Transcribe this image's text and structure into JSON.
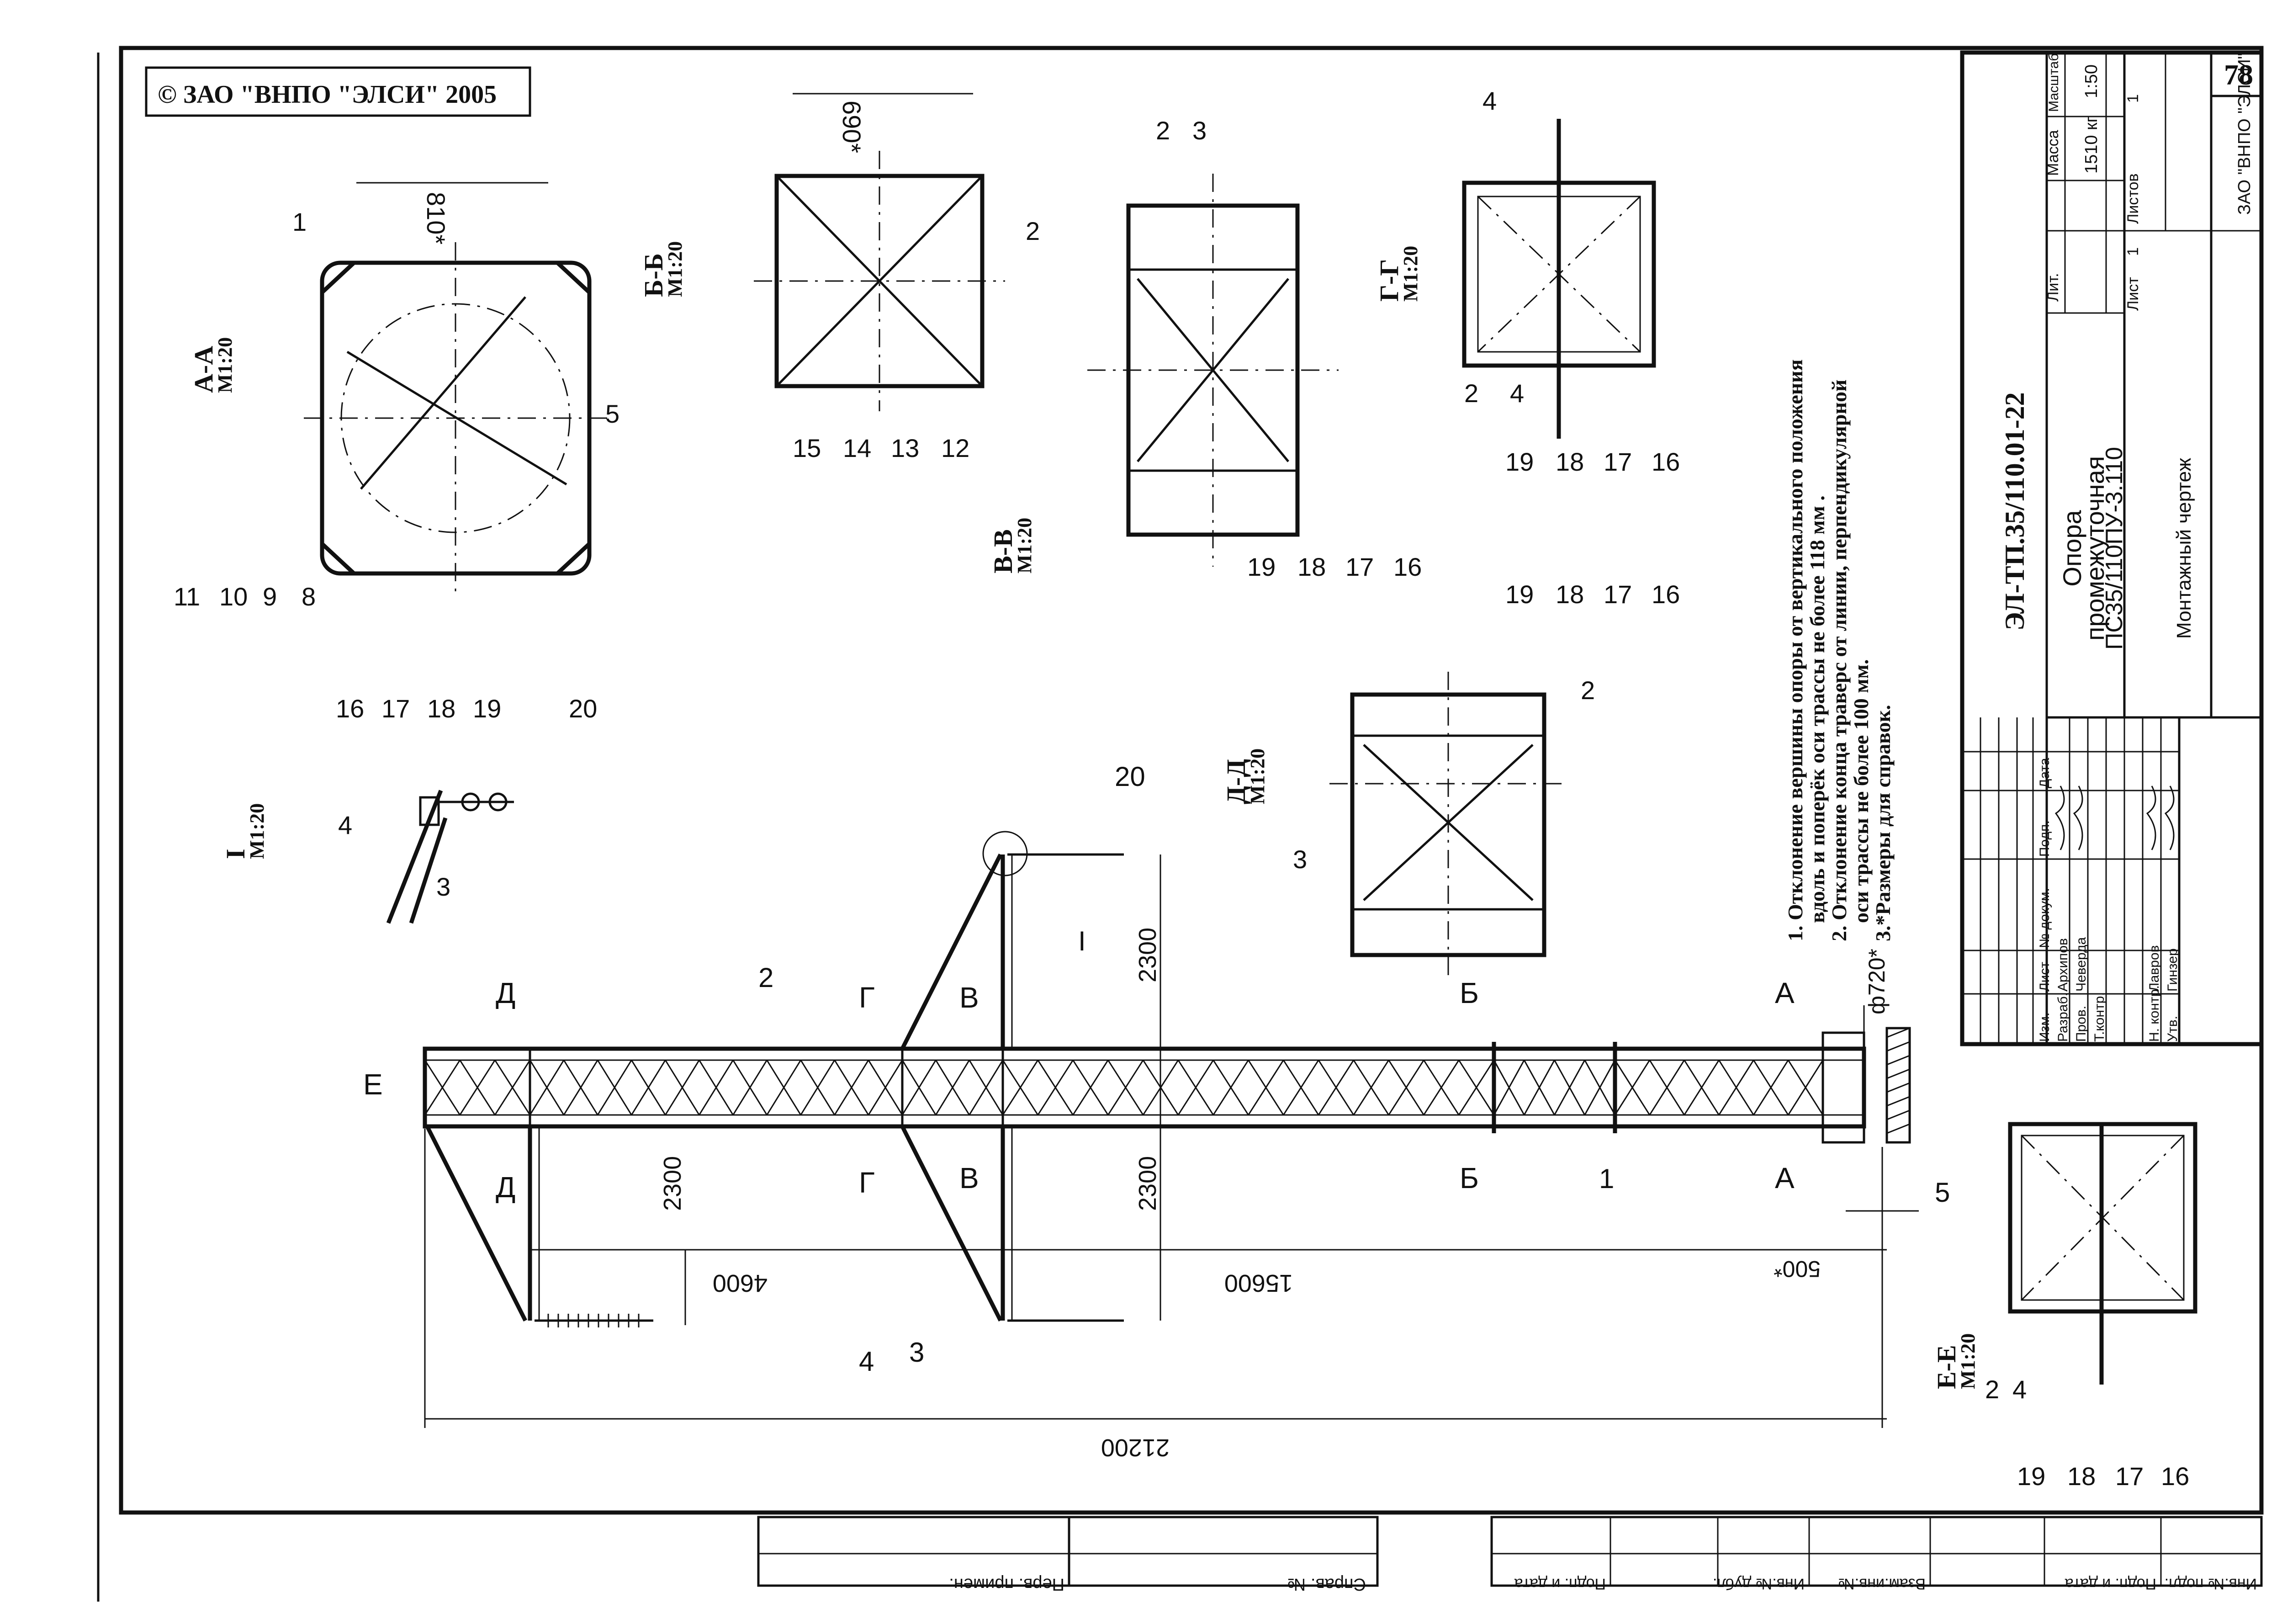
{
  "copyright": "© ЗАО \"ВНПО \"ЭЛСИ\" 2005",
  "sheet_number": "78",
  "title_block": {
    "doc_code": "ЭЛ-ТП.35/110.01-22",
    "title_lines": [
      "Опора",
      "промежуточная",
      "ПС35/110ПУ-3.110"
    ],
    "drawing_type": "Монтажный чертеж",
    "company": "ЗАО \"ВНПО \"ЭЛСИ\"",
    "header_lit": "Лит.",
    "header_mass": "Масса",
    "header_scale": "Масштаб",
    "mass": "1510 кг",
    "scale": "1:50",
    "sheet_label": "Лист",
    "sheet_value": "1",
    "sheets_label": "Листов",
    "sheets_value": "1",
    "stamp_cols": [
      "Изм.",
      "Лист",
      "№ докум.",
      "Подп.",
      "Дата"
    ],
    "roles": [
      {
        "role": "Разраб.",
        "name": "Архипов"
      },
      {
        "role": "Пров.",
        "name": "Чеверда"
      },
      {
        "role": "Т.контр.",
        "name": ""
      },
      {
        "role": "Н. контр.",
        "name": "Лавров"
      },
      {
        "role": "Утв.",
        "name": "Гинзер"
      }
    ]
  },
  "notes": [
    "1. Отклонение вершины опоры от вертикального положения",
    "вдоль и поперёк оси трассы не более 118 мм .",
    "2. Отклонение конца траверс от линии, перпендикулярной",
    "оси трассы не более 100 мм.",
    "3.*Размеры для справок."
  ],
  "left_strip": [
    "Перв. примен.",
    "Справ. №",
    "Взам.инв.№",
    "Инв.№ дубл.",
    "Подп. и дата",
    "Инв.№ подл.",
    "Подп. и дата"
  ],
  "sections": {
    "aa": {
      "title": "А-А",
      "scale": "М1:20",
      "dim": "810*",
      "callouts": [
        "1",
        "5",
        "8",
        "9",
        "10",
        "11"
      ]
    },
    "bb": {
      "title": "Б-Б",
      "scale": "М1:20",
      "dim": "690*",
      "callouts": [
        "2",
        "12",
        "13",
        "14",
        "15"
      ]
    },
    "vv": {
      "title": "В-В",
      "scale": "М1:20",
      "callouts": [
        "2",
        "3",
        "16",
        "17",
        "18",
        "19"
      ]
    },
    "gg": {
      "title": "Г-Г",
      "scale": "М1:20",
      "callouts": [
        "2",
        "4",
        "4",
        "16",
        "17",
        "18",
        "19"
      ]
    },
    "dd": {
      "title": "Д-Д",
      "scale": "М1:20",
      "callouts": [
        "2",
        "3",
        "16",
        "17",
        "18",
        "19"
      ]
    },
    "ee": {
      "title": "Е-Е",
      "scale": "М1:20",
      "callouts": [
        "2",
        "4",
        "16",
        "17",
        "18",
        "19"
      ]
    },
    "detail": {
      "title": "I",
      "scale": "М1:20",
      "callouts": [
        "3",
        "4",
        "16",
        "17",
        "18",
        "19",
        "20"
      ]
    }
  },
  "main_view": {
    "dims": {
      "total": "21200",
      "base_to_cross": "15600",
      "cross_spacing": "4600",
      "insulator_1": "2300",
      "insulator_2": "2300",
      "insulator_3": "2300",
      "foundation": "500*",
      "diameter": "ф720*"
    },
    "cut_marks": [
      "А",
      "А",
      "Б",
      "Б",
      "В",
      "В",
      "Г",
      "Г",
      "Д",
      "Д",
      "Е"
    ],
    "callouts": [
      "1",
      "2",
      "3",
      "4",
      "5",
      "20",
      "I"
    ]
  }
}
